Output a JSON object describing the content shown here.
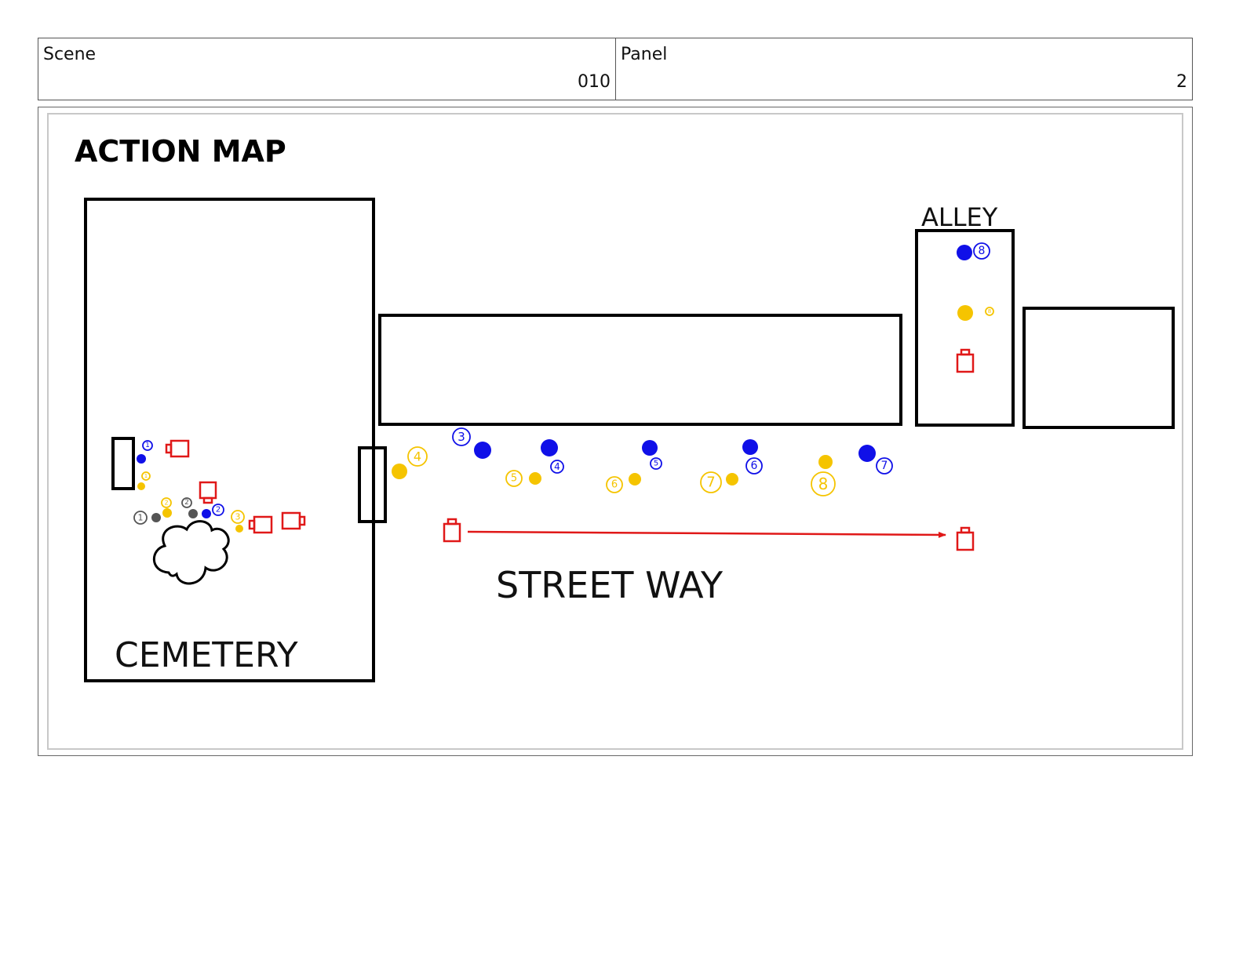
{
  "header": {
    "scene_label": "Scene",
    "scene_value": "010",
    "panel_label": "Panel",
    "panel_value": "2"
  },
  "map": {
    "title": "ACTION MAP",
    "areas": {
      "cemetery": "CEMETERY",
      "alley": "ALLEY",
      "street": "STREET WAY"
    },
    "markers": {
      "m1": "1",
      "m2": "2",
      "m3": "3",
      "m4": "4",
      "m5": "5",
      "m6": "6",
      "m7": "7",
      "m8": "8"
    },
    "colors": {
      "blue": "#1010e8",
      "yellow": "#f5c400",
      "gray": "#555555",
      "red": "#e01818",
      "outline": "#000000"
    }
  }
}
